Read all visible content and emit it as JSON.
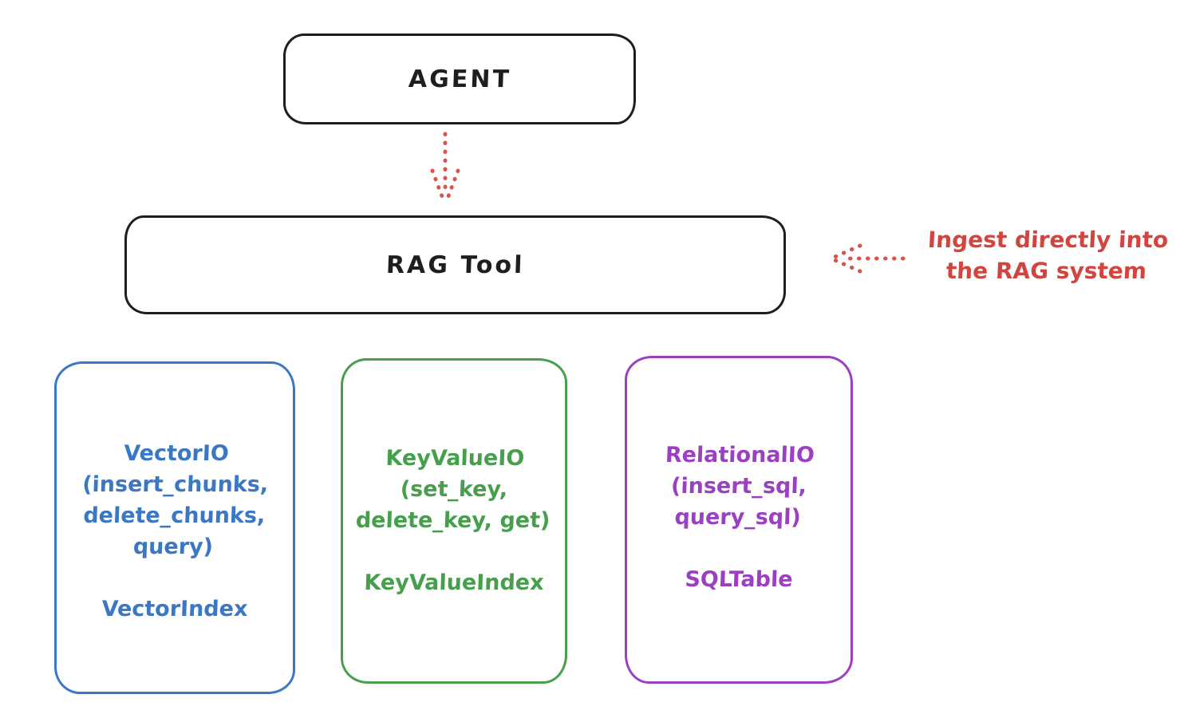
{
  "diagram": {
    "agent": {
      "label": "AGENT"
    },
    "rag_tool": {
      "label": "RAG Tool"
    },
    "annotation": {
      "lines": [
        "Ingest directly into",
        "the RAG system"
      ],
      "color": "#d2453e"
    },
    "storage_boxes": [
      {
        "name": "vector-io",
        "color": "#3a77c4",
        "lines": [
          "VectorIO",
          "(insert_chunks,",
          "delete_chunks,",
          "query)"
        ],
        "index_label": "VectorIndex"
      },
      {
        "name": "keyvalue-io",
        "color": "#479f4d",
        "lines": [
          "KeyValueIO",
          "(set_key,",
          "delete_key, get)"
        ],
        "index_label": "KeyValueIndex"
      },
      {
        "name": "relational-io",
        "color": "#9c40c2",
        "lines": [
          "RelationalIO",
          "(insert_sql,",
          "query_sql)"
        ],
        "index_label": "SQLTable"
      }
    ],
    "colors": {
      "stroke": "#1e1e1e",
      "red": "#d9544a",
      "blue": "#3a77c4",
      "green": "#479f4d",
      "purple": "#9c40c2",
      "background": "#ffffff"
    }
  }
}
